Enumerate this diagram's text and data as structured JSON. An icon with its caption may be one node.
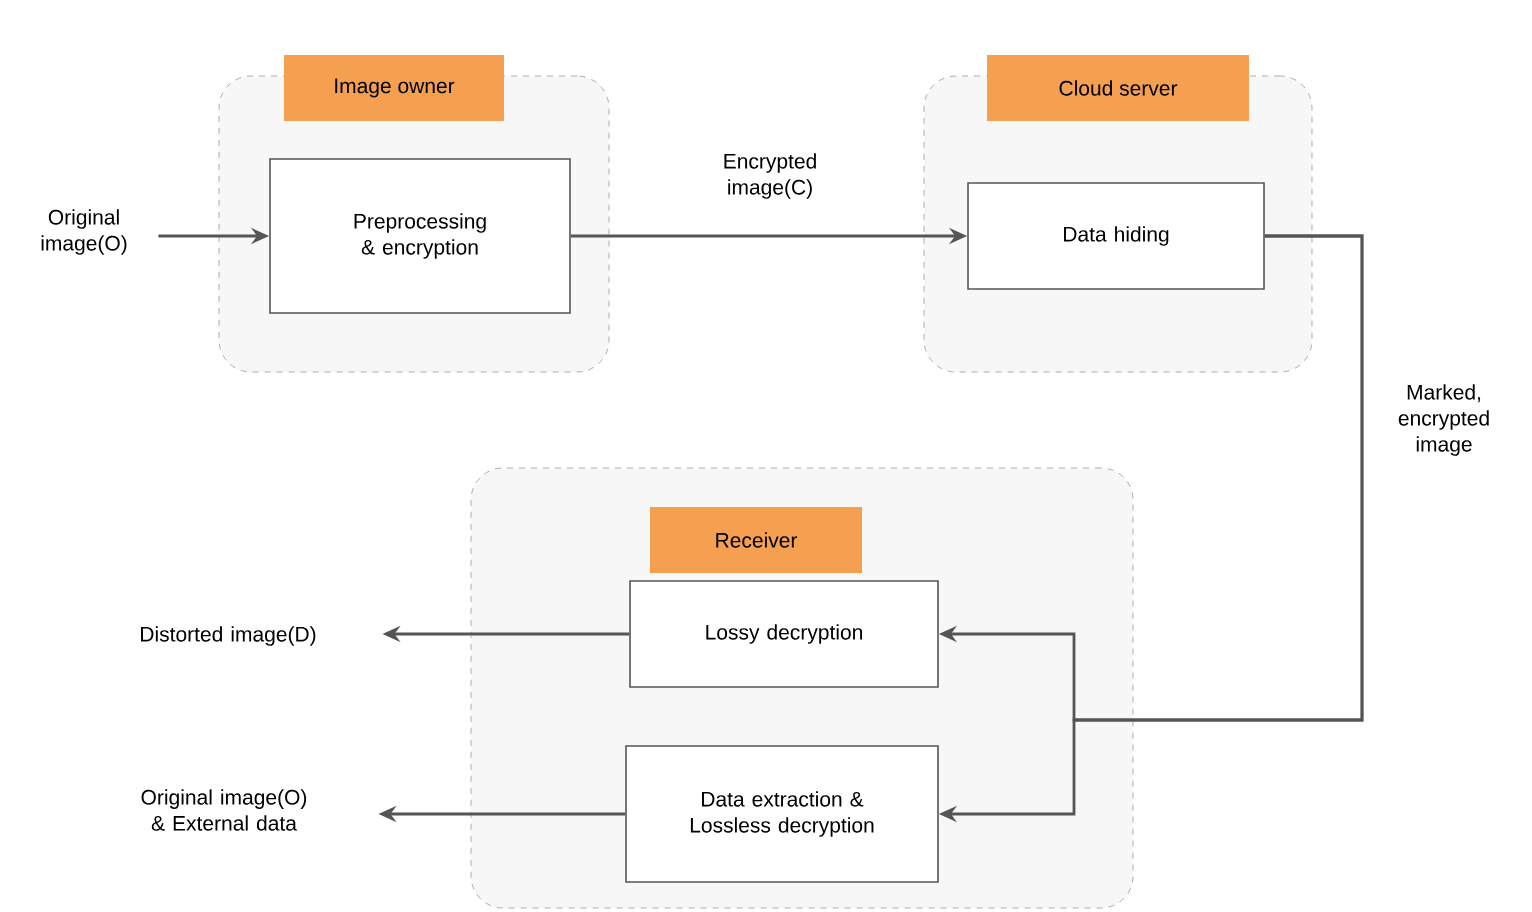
{
  "diagram": {
    "nodes": [
      {
        "text": [
          "Image owner"
        ]
      },
      {
        "text": [
          "Preprocessing & encryption"
        ],
        "in": 0
      },
      {
        "text": [
          "Cloud server"
        ]
      },
      {
        "text": [
          "Data hiding"
        ],
        "in": 2
      },
      {
        "text": [
          "Receiver"
        ]
      },
      {
        "text": [
          "Lossy decryption"
        ],
        "in": 4
      },
      {
        "text": [
          "Data extraction & Lossless decryption"
        ],
        "in": 4
      },
      {
        "text": [
          "Original image(O)"
        ]
      },
      {
        "text": [
          "Distorted image(D)"
        ]
      },
      {
        "text": [
          "Original image(O) & External data"
        ]
      }
    ],
    "edges": [
      {
        "from": 7,
        "to": 1,
        "arrow": "to"
      },
      {
        "from": 1,
        "to": 3,
        "arrow": "to",
        "label": "Encrypted image(C)"
      },
      {
        "from": 3,
        "to": 5,
        "arrow": "to",
        "label": "Marked, encrypted image"
      },
      {
        "from": 3,
        "to": 6,
        "arrow": "to"
      },
      {
        "from": 5,
        "to": 8,
        "arrow": "to"
      },
      {
        "from": 6,
        "to": 9,
        "arrow": "to"
      }
    ]
  }
}
